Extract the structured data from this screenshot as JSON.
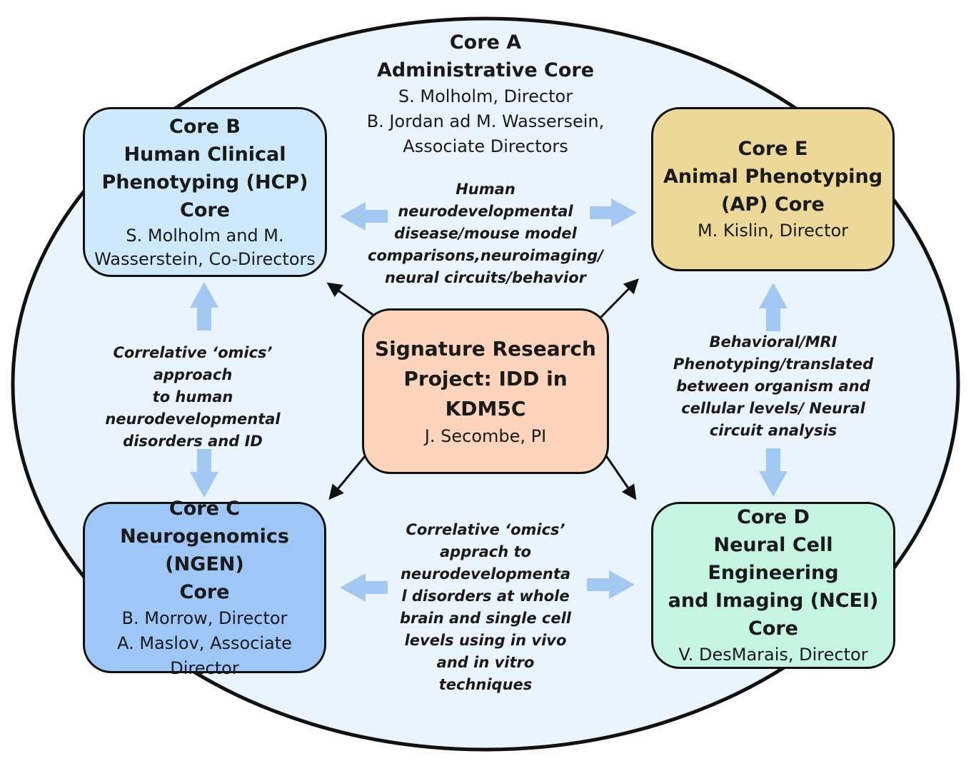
{
  "core_a": {
    "title": "Core A",
    "name": "Administrative Core",
    "people": [
      "S. Molholm, Director",
      "B. Jordan ad M. Wassersein,",
      "Associate Directors"
    ]
  },
  "core_b": {
    "title": "Core B",
    "name": [
      "Human Clinical",
      "Phenotyping (HCP)",
      "Core"
    ],
    "people": [
      "S. Molholm and M.",
      "Wasserstein, Co-Directors"
    ],
    "fill": "#cde9fb"
  },
  "core_c": {
    "title": "Core C",
    "name": [
      "Neurogenomics (NGEN)",
      "Core"
    ],
    "people": [
      "B. Morrow, Director",
      "A. Maslov, Associate",
      "Director"
    ],
    "fill": "#9ec7f8"
  },
  "core_d": {
    "title": "Core D",
    "name": [
      "Neural Cell Engineering",
      "and Imaging (NCEI)",
      "Core"
    ],
    "people": [
      "V. DesMarais, Director"
    ],
    "fill": "#c6f4e3"
  },
  "core_e": {
    "title": "Core E",
    "name": [
      "Animal Phenotyping",
      "(AP) Core"
    ],
    "people": [
      "M. Kislin, Director"
    ],
    "fill": "#ecd898"
  },
  "center": {
    "name": [
      "Signature Research",
      "Project: IDD in KDM5C"
    ],
    "pi": "J. Secombe, PI",
    "fill": "#fcd4bb"
  },
  "labels": {
    "top": [
      "Human",
      "neurodevelopmental",
      "disease/mouse model",
      "comparisons,neuroimaging/",
      "neural circuits/behavior"
    ],
    "left": [
      "Correlative ‘omics’ approach",
      "to human",
      "neurodevelopmental",
      "disorders and ID"
    ],
    "right": [
      "Behavioral/MRI",
      "Phenotyping/translated",
      "between organism and",
      "cellular levels/ Neural",
      "circuit analysis"
    ],
    "bottom": [
      "Correlative ‘omics’",
      "apprach to",
      "neurodevelopmenta",
      "l disorders at whole",
      "brain and single cell",
      "levels using in vivo",
      "and in vitro",
      "techniques"
    ]
  },
  "colors": {
    "ellipse_fill": "#eaf4fc",
    "arrow_blue": "#a3c8f2",
    "outline": "#111111"
  }
}
